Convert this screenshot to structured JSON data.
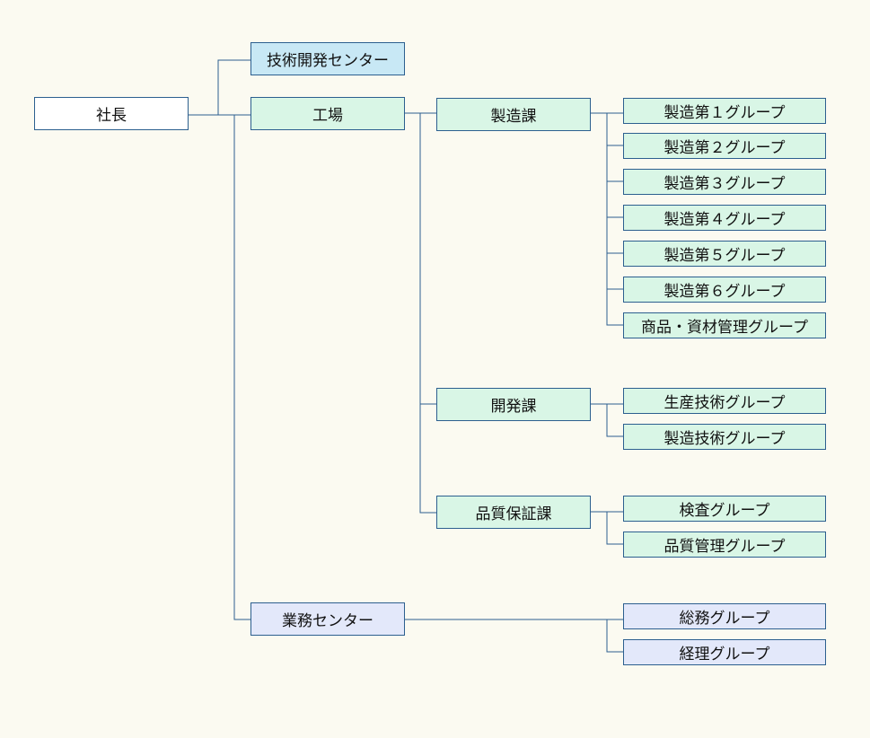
{
  "org": {
    "president": "社長",
    "tech_center": "技術開発センター",
    "factory": "工場",
    "manufacturing_section": "製造課",
    "dev_section": "開発課",
    "qa_section": "品質保証課",
    "business_center": "業務センター",
    "groups": {
      "mfg1": "製造第１グループ",
      "mfg2": "製造第２グループ",
      "mfg3": "製造第３グループ",
      "mfg4": "製造第４グループ",
      "mfg5": "製造第５グループ",
      "mfg6": "製造第６グループ",
      "goods": "商品・資材管理グループ",
      "prod_tech": "生産技術グループ",
      "mfg_tech": "製造技術グループ",
      "inspection": "検査グループ",
      "quality_mgmt": "品質管理グループ",
      "general_affairs": "総務グループ",
      "accounting": "経理グループ"
    }
  },
  "colors": {
    "line": "#2c5f8f",
    "background": "#fbfaf1",
    "president_fill": "#ffffff",
    "tech_center_fill": "#c8e8f5",
    "factory_fill": "#d9f6e6",
    "business_fill": "#e3e8fa"
  }
}
